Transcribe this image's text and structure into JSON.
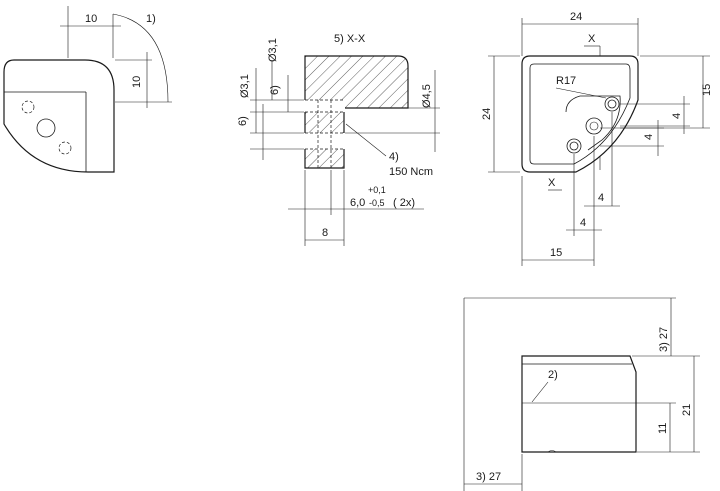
{
  "labels": {
    "tl_dim_10_h": "10",
    "tl_note1": "1)",
    "tl_dim_10_v": "10",
    "section_title": "5)  X-X",
    "sec_d31_top": "Ø3,1",
    "sec_6_top": "6)",
    "sec_d31_mid": "Ø3,1",
    "sec_6_mid": "6)",
    "sec_d45": "Ø4,5",
    "sec_note4": "4)",
    "sec_torque": "150 Ncm",
    "sec_tol_plus": "+0,1",
    "sec_nominal": "6,0",
    "sec_tol_minus": "-0,5",
    "sec_count": "( 2x)",
    "sec_dim_8": "8",
    "tr_dim_24_top": "24",
    "tr_x_top": "X",
    "tr_r17": "R17",
    "tr_dim_24_left": "24",
    "tr_dim_15_right": "15",
    "tr_dim_4_a": "4",
    "tr_dim_4_b": "4",
    "tr_x_bottom": "X",
    "tr_dim_4_c": "4",
    "tr_dim_4_d": "4",
    "tr_dim_15_bottom": "15",
    "br_27_top": "3)  27",
    "br_note2": "2)",
    "br_dim_21": "21",
    "br_dim_11": "11",
    "br_27_bottom": "3)  27"
  }
}
